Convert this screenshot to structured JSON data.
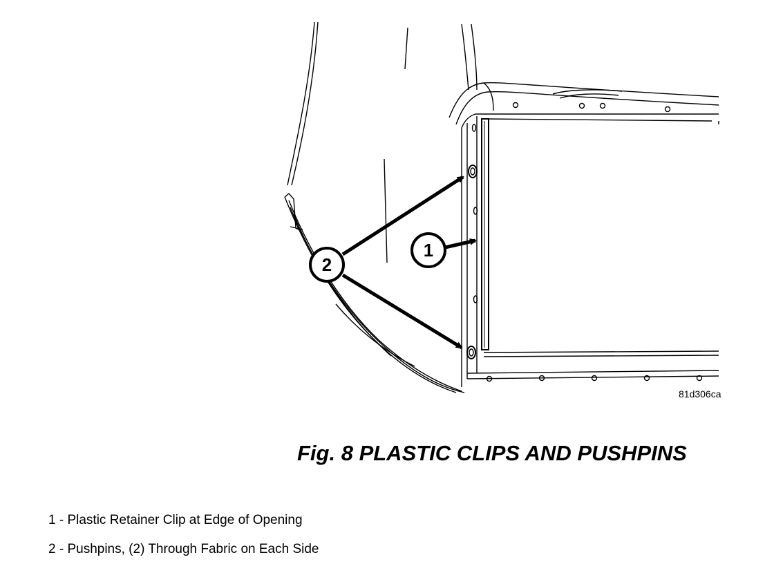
{
  "callouts": {
    "clip": "1",
    "pushpins": "2"
  },
  "figure_id": "81d306ca",
  "caption": "Fig. 8 PLASTIC CLIPS AND PUSHPINS",
  "legend": [
    {
      "text": "1 - Plastic Retainer Clip at Edge of Opening"
    },
    {
      "text": "2 - Pushpins, (2) Through Fabric on Each Side"
    }
  ]
}
